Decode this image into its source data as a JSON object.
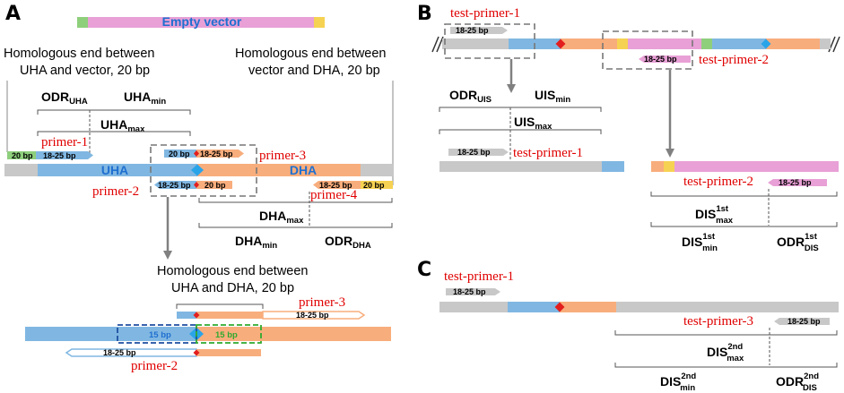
{
  "colors": {
    "grey": "#c8c8c8",
    "blue": "#80b7e2",
    "orange": "#f8ad7c",
    "pink": "#e8a0d6",
    "green": "#8ecf7c",
    "yellow": "#f6d252",
    "red": "#e00000",
    "diamond_red": "#e31e1e",
    "diamond_blue": "#2aa4e8",
    "arrow": "#808080"
  },
  "panelA": {
    "label": "A",
    "empty_vector": "Empty vector",
    "hom_uha_vec_1": "Homologous end between",
    "hom_uha_vec_2": "UHA and vector, 20 bp",
    "hom_vec_dha_1": "Homologous end between",
    "hom_vec_dha_2": "vector and DHA, 20 bp",
    "odr_uha": "ODR",
    "odr_uha_sub": "UHA",
    "uha_min": "UHA",
    "uha_min_sub": "min",
    "uha_max": "UHA",
    "uha_max_sub": "max",
    "primer1": "primer-1",
    "primer2": "primer-2",
    "primer3": "primer-3",
    "primer4": "primer-4",
    "bp20": "20 bp",
    "bp1825": "18-25 bp",
    "uha": "UHA",
    "dha": "DHA",
    "dha_max": "DHA",
    "dha_max_sub": "max",
    "dha_min": "DHA",
    "dha_min_sub": "min",
    "odr_dha": "ODR",
    "odr_dha_sub": "DHA",
    "hom_uha_dha_1": "Homologous end between",
    "hom_uha_dha_2": "UHA and DHA, 20 bp",
    "bp15": "15 bp"
  },
  "panelB": {
    "label": "B",
    "test_primer1": "test-primer-1",
    "test_primer2": "test-primer-2",
    "bp1825": "18-25 bp",
    "odr_uis": "ODR",
    "odr_uis_sub": "UIS",
    "uis_min": "UIS",
    "uis_min_sub": "min",
    "uis_max": "UIS",
    "uis_max_sub": "max",
    "dis": "DIS",
    "sup_1st": "1st",
    "sub_max": "max",
    "sub_min": "min",
    "odr": "ODR",
    "sub_dis": "DIS"
  },
  "panelC": {
    "label": "C",
    "test_primer1": "test-primer-1",
    "test_primer3": "test-primer-3",
    "bp1825": "18-25 bp",
    "dis": "DIS",
    "sup_2nd": "2nd",
    "sub_max": "max",
    "sub_min": "min",
    "odr": "ODR",
    "sub_dis": "DIS"
  }
}
